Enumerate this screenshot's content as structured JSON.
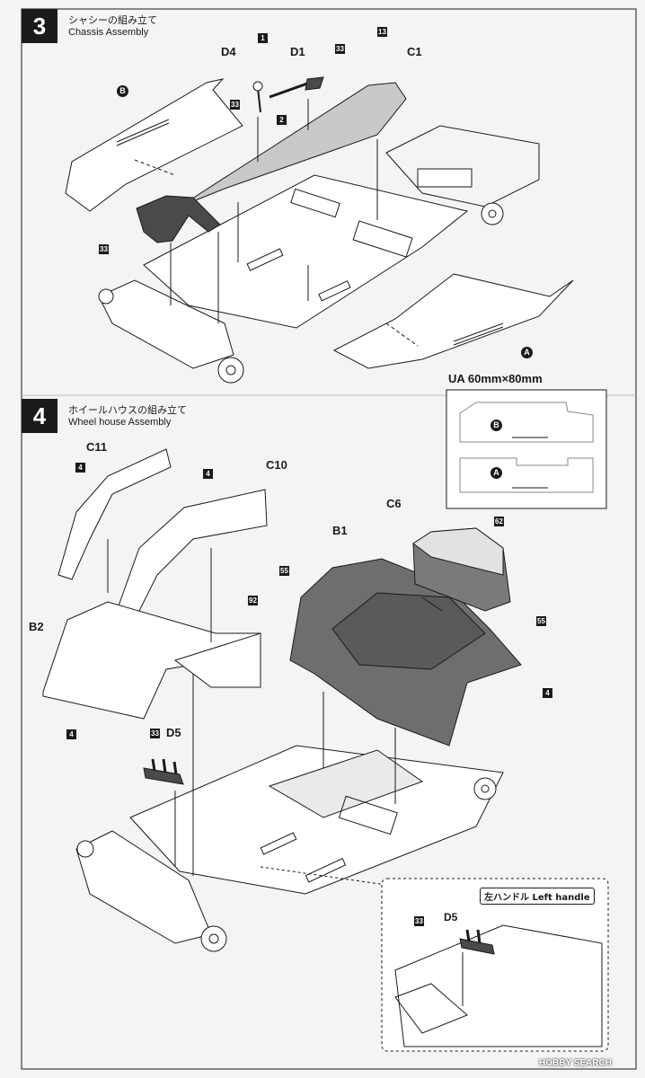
{
  "step3": {
    "number": "3",
    "title_jp": "シャシーの組み立て",
    "title_en": "Chassis Assembly",
    "labels": {
      "d4": "D4",
      "d1": "D1",
      "c1": "C1",
      "b": "B",
      "a": "A"
    },
    "paint": {
      "p1": "1",
      "p2": "2",
      "p13": "13",
      "p33a": "33",
      "p33b": "33",
      "p33c": "33"
    }
  },
  "step4": {
    "number": "4",
    "title_jp": "ホイールハウスの組み立て",
    "title_en": "Wheel house Assembly",
    "labels": {
      "c11": "C11",
      "c10": "C10",
      "c6": "C6",
      "b1": "B1",
      "b2": "B2",
      "d5": "D5",
      "d5b": "D5"
    },
    "paint": {
      "p4a": "4",
      "p4b": "4",
      "p4c": "4",
      "p4d": "4",
      "p92": "92",
      "p55a": "55",
      "p55b": "55",
      "p62": "62",
      "p33a": "33",
      "p33b": "33"
    },
    "left_handle": "左ハンドル Left handle"
  },
  "ua": {
    "title": "UA 60mm×80mm",
    "b": "B",
    "a": "A"
  },
  "watermark": "HOBBY SEARCH",
  "colors": {
    "ink": "#1a1a1a",
    "grey_part": "#6e6e6e",
    "light_grey": "#c9c9c9",
    "paper": "#f4f4f2"
  }
}
